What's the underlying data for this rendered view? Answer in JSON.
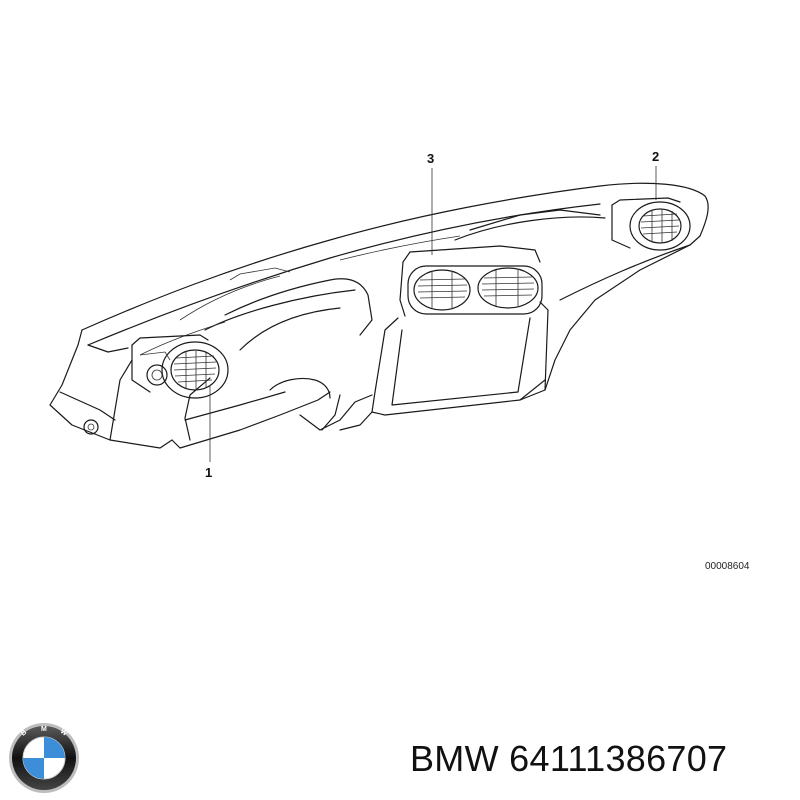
{
  "diagram": {
    "callouts": [
      {
        "id": "callout-1",
        "label": "1"
      },
      {
        "id": "callout-2",
        "label": "2"
      },
      {
        "id": "callout-3",
        "label": "3"
      }
    ],
    "drawing_code": "00008604"
  },
  "footer": {
    "brand_part": "BMW 64111386707",
    "logo_letters": "BMW"
  }
}
